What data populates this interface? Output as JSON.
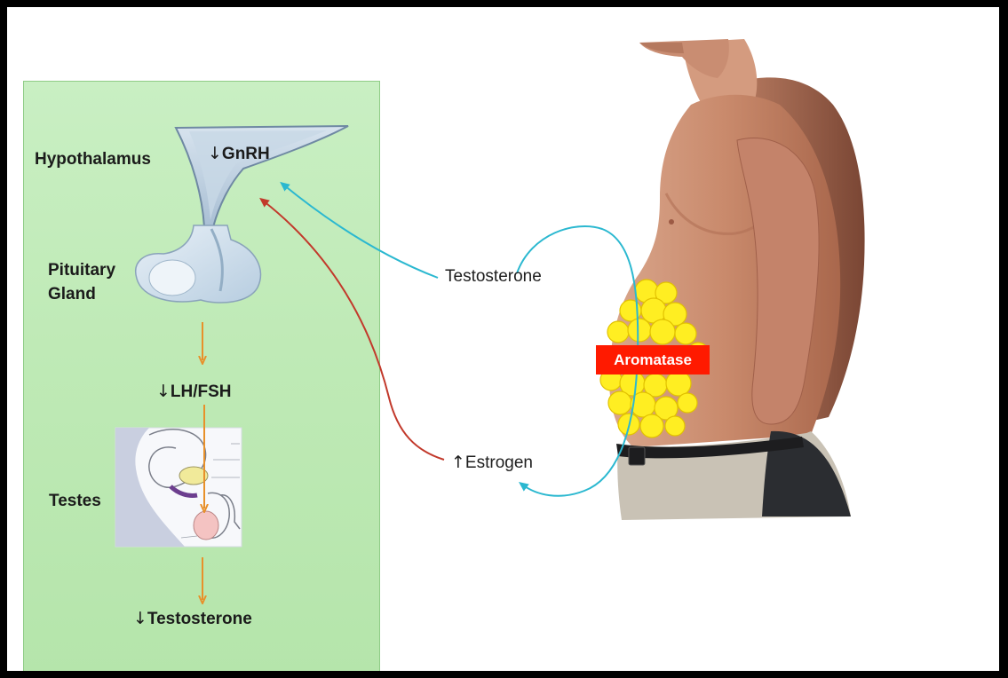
{
  "labels": {
    "hypothalamus": "Hypothalamus",
    "gnrh": "GnRH",
    "pituitary_line1": "Pituitary",
    "pituitary_line2": "Gland",
    "lh_fsh": "LH/FSH",
    "testes": "Testes",
    "testosterone_low": "Testosterone",
    "testosterone_feedback": "Testosterone",
    "estrogen": "Estrogen",
    "aromatase": "Aromatase"
  },
  "arrow_glyphs": {
    "down": "↓",
    "up": "↑"
  },
  "colors": {
    "panel_green": "#c4ecbd",
    "orange_arrow": "#e8902a",
    "teal_arrow": "#2bb8d0",
    "red_arrow": "#c2392b",
    "aromatase_bg": "#ff1a00",
    "fat_yellow": "#ffee22"
  },
  "icons": [
    "hypothalamus-pituitary-illustration",
    "testes-anatomy-illustration",
    "man-torso-photo",
    "fat-cells-cluster"
  ]
}
